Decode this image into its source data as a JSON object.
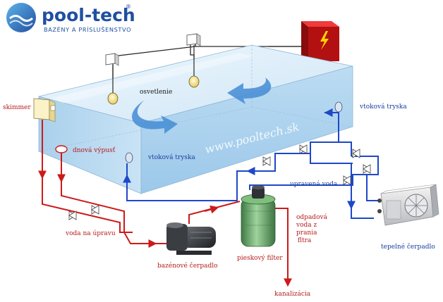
{
  "logo": {
    "brand": "pool-tech",
    "registered": "®",
    "tagline": "BAZÉNY A PRÍSLUŠENSTVO"
  },
  "watermark": "www.pooltech.sk",
  "labels": {
    "skimmer": "skimmer",
    "osvetlenie": "osvetlenie",
    "vtokova_tryska_right": "vtoková tryska",
    "vtokova_tryska_left": "vtoková tryska",
    "dnova_vypust": "dnová výpusť",
    "upravena_voda": "upravená voda",
    "voda_na_upravu": "voda na úpravu",
    "odpadova_line1": "odpadová",
    "odpadova_line2": "voda z",
    "odpadova_line3": "prania",
    "odpadova_line4": "fltra",
    "piesk_filter": "pieskový filter",
    "bazenove_cerpadlo": "bazénové čerpadlo",
    "tepelne_cerpadlo": "tepelné čerpadlo",
    "kanalizacia": "kanalizácia"
  },
  "colors": {
    "water": "#d6eaf7",
    "red_pipe": "#cc1a1a",
    "blue_pipe": "#1e48c8",
    "arrow_blue": "#4a90d6",
    "brand": "#1f4fa1",
    "electric_box": "#d81818"
  }
}
